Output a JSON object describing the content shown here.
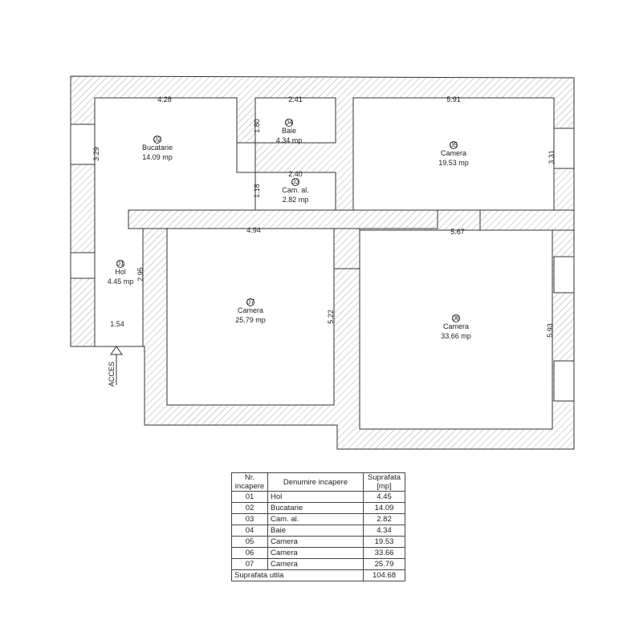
{
  "rooms": [
    {
      "nr": "01",
      "name": "Hol",
      "area": "4.45 mp"
    },
    {
      "nr": "02",
      "name": "Bucatarie",
      "area": "14.09 mp"
    },
    {
      "nr": "03",
      "name": "Cam. al.",
      "area": "2.82 mp"
    },
    {
      "nr": "04",
      "name": "Baie",
      "area": "4.34 mp"
    },
    {
      "nr": "05",
      "name": "Camera",
      "area": "19.53 mp"
    },
    {
      "nr": "06",
      "name": "Camera",
      "area": "33.66 mp"
    },
    {
      "nr": "07",
      "name": "Camera",
      "area": "25.79 mp"
    }
  ],
  "dims": {
    "d428": "4.28",
    "d241": "2.41",
    "d591": "5.91",
    "d180": "1.80",
    "d329": "3.29",
    "d240": "2.40",
    "d118": "1.18",
    "d331": "3.31",
    "d494": "4.94",
    "d567": "5.67",
    "d295": "2.95",
    "d522": "5.22",
    "d593": "5.93",
    "d154": "1.54"
  },
  "access": "ACCES",
  "table": {
    "headers": [
      "Nr. incapere",
      "Denumire incapere",
      "Suprafata [mp]"
    ],
    "rows": [
      [
        "01",
        "Hol",
        "4.45"
      ],
      [
        "02",
        "Bucatarie",
        "14.09"
      ],
      [
        "03",
        "Cam. al.",
        "2.82"
      ],
      [
        "04",
        "Baie",
        "4.34"
      ],
      [
        "05",
        "Camera",
        "19.53"
      ],
      [
        "06",
        "Camera",
        "33.66"
      ],
      [
        "07",
        "Camera",
        "25.79"
      ]
    ],
    "total_label": "Suprafata utila",
    "total": "104.68"
  }
}
